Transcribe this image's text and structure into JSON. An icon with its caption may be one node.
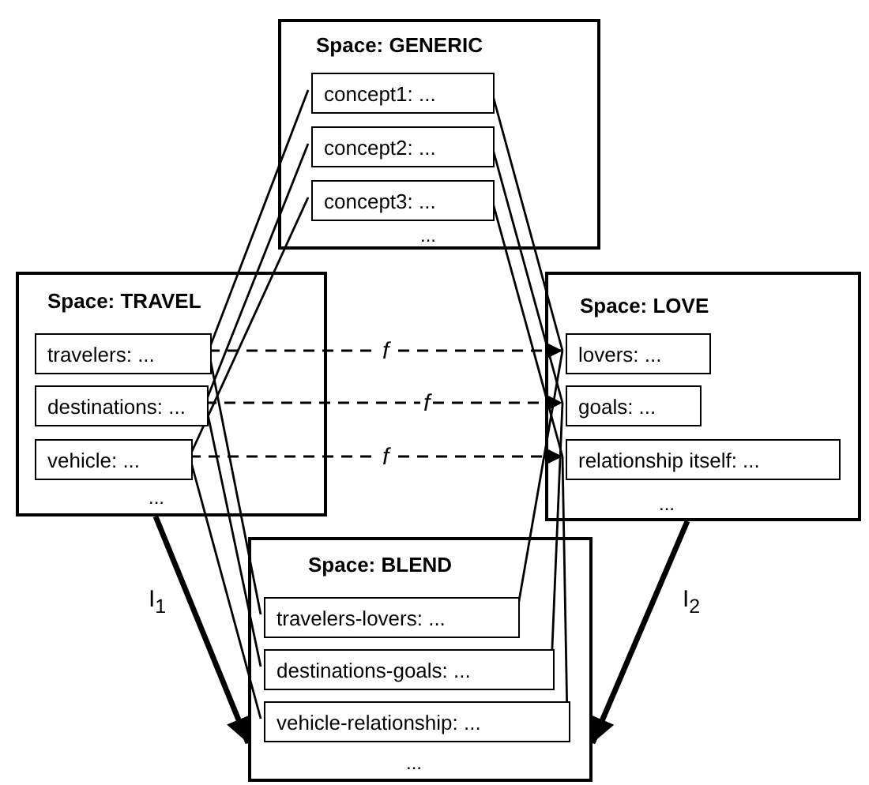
{
  "diagram": {
    "nodes": [
      {
        "text": [
          "Space: GENERIC",
          "..."
        ]
      },
      {
        "text": [
          "concept1: ..."
        ],
        "in": 0
      },
      {
        "text": [
          "concept2: ..."
        ],
        "in": 0
      },
      {
        "text": [
          "concept3: ..."
        ],
        "in": 0
      },
      {
        "text": [
          "Space: TRAVEL",
          "..."
        ]
      },
      {
        "text": [
          "travelers: ..."
        ],
        "in": 4
      },
      {
        "text": [
          "destinations: ..."
        ],
        "in": 4
      },
      {
        "text": [
          "vehicle: ..."
        ],
        "in": 4
      },
      {
        "text": [
          "Space: LOVE",
          "..."
        ]
      },
      {
        "text": [
          "lovers: ..."
        ],
        "in": 8
      },
      {
        "text": [
          "goals: ..."
        ],
        "in": 8
      },
      {
        "text": [
          "relationship itself: ..."
        ],
        "in": 8
      },
      {
        "text": [
          "Space: BLEND",
          "..."
        ]
      },
      {
        "text": [
          "travelers-lovers: ..."
        ],
        "in": 12
      },
      {
        "text": [
          "destinations-goals: ..."
        ],
        "in": 12
      },
      {
        "text": [
          "vehicle-relationship: ..."
        ],
        "in": 12
      }
    ],
    "edges": [
      {
        "from": 1,
        "to": 5,
        "arrow": "none"
      },
      {
        "from": 1,
        "to": 9,
        "arrow": "none"
      },
      {
        "from": 2,
        "to": 6,
        "arrow": "none"
      },
      {
        "from": 2,
        "to": 10,
        "arrow": "none"
      },
      {
        "from": 3,
        "to": 7,
        "arrow": "none"
      },
      {
        "from": 3,
        "to": 11,
        "arrow": "none"
      },
      {
        "from": 5,
        "to": 13,
        "arrow": "none"
      },
      {
        "from": 9,
        "to": 13,
        "arrow": "none"
      },
      {
        "from": 6,
        "to": 14,
        "arrow": "none"
      },
      {
        "from": 10,
        "to": 14,
        "arrow": "none"
      },
      {
        "from": 7,
        "to": 15,
        "arrow": "none"
      },
      {
        "from": 11,
        "to": 15,
        "arrow": "none"
      },
      {
        "from": 5,
        "to": 9,
        "arrow": "to",
        "label": "f",
        "style": "dashed"
      },
      {
        "from": 6,
        "to": 10,
        "arrow": "to",
        "label": "f",
        "style": "dashed"
      },
      {
        "from": 7,
        "to": 11,
        "arrow": "to",
        "label": "f",
        "style": "dashed"
      },
      {
        "from": 4,
        "to": 12,
        "arrow": "to",
        "label": "I$_{1}$",
        "style": "thick"
      },
      {
        "from": 8,
        "to": 12,
        "arrow": "to",
        "label": "I$_{2}$",
        "style": "thick"
      }
    ]
  }
}
